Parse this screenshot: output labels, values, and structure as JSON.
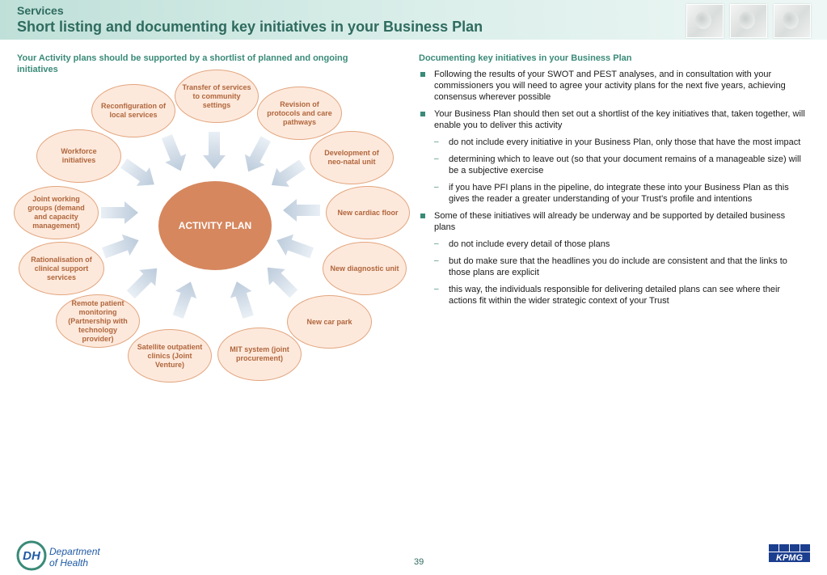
{
  "header": {
    "section": "Services",
    "title": "Short listing and documenting key initiatives in your Business Plan"
  },
  "left": {
    "heading": "Your Activity plans should be supported by a shortlist of planned and ongoing initiatives"
  },
  "diagram": {
    "center": "ACTIVITY PLAN",
    "nodes": [
      "Transfer of services to community settings",
      "Revision of protocols and care pathways",
      "Development of neo-natal unit",
      "New cardiac floor",
      "New diagnostic unit",
      "New car park",
      "MIT system (joint procurement)",
      "Satellite outpatient clinics (Joint Venture)",
      "Remote patient monitoring (Partnership with technology provider)",
      "Rationalisation of clinical support services",
      "Joint working groups (demand and capacity management)",
      "Workforce initiatives",
      "Reconfiguration of local services"
    ]
  },
  "right": {
    "heading": "Documenting key initiatives in your Business Plan",
    "bullets": [
      "Following the results of your SWOT and PEST analyses, and in consultation with your commissioners you will need to agree your activity plans for the next five years, achieving consensus wherever possible",
      "Your Business Plan should then set out a shortlist of the key initiatives that, taken together, will enable you to deliver this activity",
      "do not include every initiative in your Business Plan, only those that have the most impact",
      "determining which to leave out (so that your document remains of a manageable size) will be a subjective exercise",
      "if you have PFI plans in the pipeline, do integrate these into your Business Plan as this gives the reader a greater understanding of your Trust’s profile and intentions",
      "Some of these initiatives will already be underway and be supported by detailed business plans",
      "do not include every detail of those plans",
      "but do make sure that the headlines you do include are consistent and that the links to those plans are explicit",
      "this way, the individuals responsible for delivering detailed plans can see where their actions fit within the wider strategic context of your Trust"
    ]
  },
  "footer": {
    "logo_dh": "DH",
    "logo_dept_line1": "Department",
    "logo_dept_line2": "of Health",
    "page_number": "39",
    "kpmg": "KPMG"
  },
  "colors": {
    "accent": "#3a8a78",
    "node_fill": "#fde9dc",
    "node_border": "#e2a57e",
    "node_text": "#b0663c",
    "center_fill": "#d6875e",
    "arrow": "#c9d6e3",
    "kpmg_blue": "#1b3e8f",
    "dh_blue": "#1f5aa6"
  }
}
